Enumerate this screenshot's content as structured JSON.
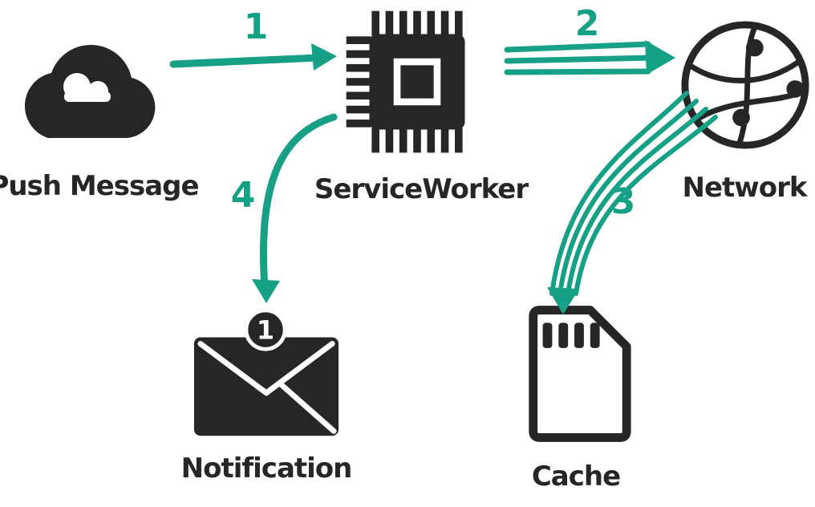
{
  "diagram": {
    "nodes": {
      "push_message": {
        "label": "Push Message"
      },
      "service_worker": {
        "label": "ServiceWorker"
      },
      "network": {
        "label": "Network"
      },
      "notification": {
        "label": "Notification",
        "badge": "1"
      },
      "cache": {
        "label": "Cache"
      }
    },
    "steps": {
      "s1": "1",
      "s2": "2",
      "s3": "3",
      "s4": "4"
    },
    "colors": {
      "accent": "#16a085",
      "ink": "#262626",
      "background": "#ffffff"
    }
  }
}
